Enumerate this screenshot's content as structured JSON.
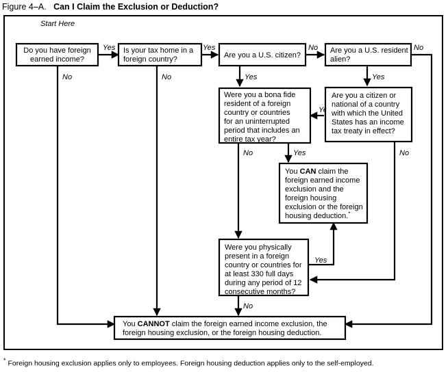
{
  "figure": {
    "label": "Figure 4–A.",
    "title": "Can I Claim the Exclusion or Deduction?"
  },
  "start_label": "Start Here",
  "footnote": "Foreign housing exclusion applies only to employees. Foreign housing deduction applies only to the self-employed.",
  "footnote_marker": "*",
  "nodes": [
    {
      "id": "earned-income",
      "kind": "decision",
      "lines": [
        "Do you have foreign",
        "earned income?"
      ],
      "align": "center"
    },
    {
      "id": "tax-home",
      "kind": "decision",
      "lines": [
        "Is your tax home in a",
        "foreign country?"
      ],
      "align": "left"
    },
    {
      "id": "us-citizen",
      "kind": "decision",
      "lines": [
        "Are you a U.S. citizen?"
      ],
      "align": "center"
    },
    {
      "id": "resident-alien",
      "kind": "decision",
      "lines": [
        "Are you a U.S. resident",
        "alien?"
      ],
      "align": "left"
    },
    {
      "id": "bona-fide",
      "kind": "decision",
      "lines": [
        "Were you a bona fide",
        "resident of a foreign",
        "country or countries",
        "for an uninterrupted",
        "period that includes an",
        "entire tax year?"
      ],
      "align": "left"
    },
    {
      "id": "tax-treaty",
      "kind": "decision",
      "lines": [
        "Are you a citizen or",
        "national of a country",
        "with which the United",
        "States has an income",
        "tax treaty in effect?"
      ],
      "align": "left"
    },
    {
      "id": "can-claim",
      "kind": "terminal",
      "lines": [
        "You CAN claim the",
        "foreign earned income",
        "exclusion and the",
        "foreign housing",
        "exclusion or the foreign",
        "housing deduction."
      ],
      "bold_word": "CAN",
      "align": "left",
      "has_footnote_marker": true
    },
    {
      "id": "physical-presence",
      "kind": "decision",
      "lines": [
        "Were you physically",
        "present in a foreign",
        "country or countries for",
        "at least 330 full days",
        "during any period of 12",
        "consecutive months?"
      ],
      "align": "left"
    },
    {
      "id": "cannot-claim",
      "kind": "terminal",
      "lines": [
        "You CANNOT claim the foreign earned income exclusion, the",
        "foreign housing exclusion, or the foreign housing deduction."
      ],
      "bold_word": "CANNOT",
      "align": "left"
    }
  ],
  "edges": [
    {
      "id": "earned-income-yes",
      "from": "earned-income",
      "to": "tax-home",
      "label": "Yes"
    },
    {
      "id": "earned-income-no",
      "from": "earned-income",
      "to": "cannot-claim",
      "label": "No"
    },
    {
      "id": "tax-home-yes",
      "from": "tax-home",
      "to": "us-citizen",
      "label": "Yes"
    },
    {
      "id": "tax-home-no",
      "from": "tax-home",
      "to": "cannot-claim",
      "label": "No"
    },
    {
      "id": "us-citizen-no",
      "from": "us-citizen",
      "to": "resident-alien",
      "label": "No"
    },
    {
      "id": "us-citizen-yes",
      "from": "us-citizen",
      "to": "bona-fide",
      "label": "Yes"
    },
    {
      "id": "resident-alien-no",
      "from": "resident-alien",
      "to": "cannot-claim",
      "label": "No"
    },
    {
      "id": "resident-alien-yes",
      "from": "resident-alien",
      "to": "tax-treaty",
      "label": "Yes"
    },
    {
      "id": "tax-treaty-yes",
      "from": "tax-treaty",
      "to": "bona-fide",
      "label": "Yes"
    },
    {
      "id": "tax-treaty-no",
      "from": "tax-treaty",
      "to": "physical-presence",
      "label": "No"
    },
    {
      "id": "bona-fide-yes",
      "from": "bona-fide",
      "to": "can-claim",
      "label": "Yes"
    },
    {
      "id": "bona-fide-no",
      "from": "bona-fide",
      "to": "physical-presence",
      "label": "No"
    },
    {
      "id": "physical-presence-yes",
      "from": "physical-presence",
      "to": "can-claim",
      "label": "Yes"
    },
    {
      "id": "physical-presence-no",
      "from": "physical-presence",
      "to": "cannot-claim",
      "label": "No"
    }
  ],
  "colors": {
    "line": "#000000",
    "box_fill": "#ffffff",
    "text": "#000000",
    "page_bg": "#ffffff"
  }
}
